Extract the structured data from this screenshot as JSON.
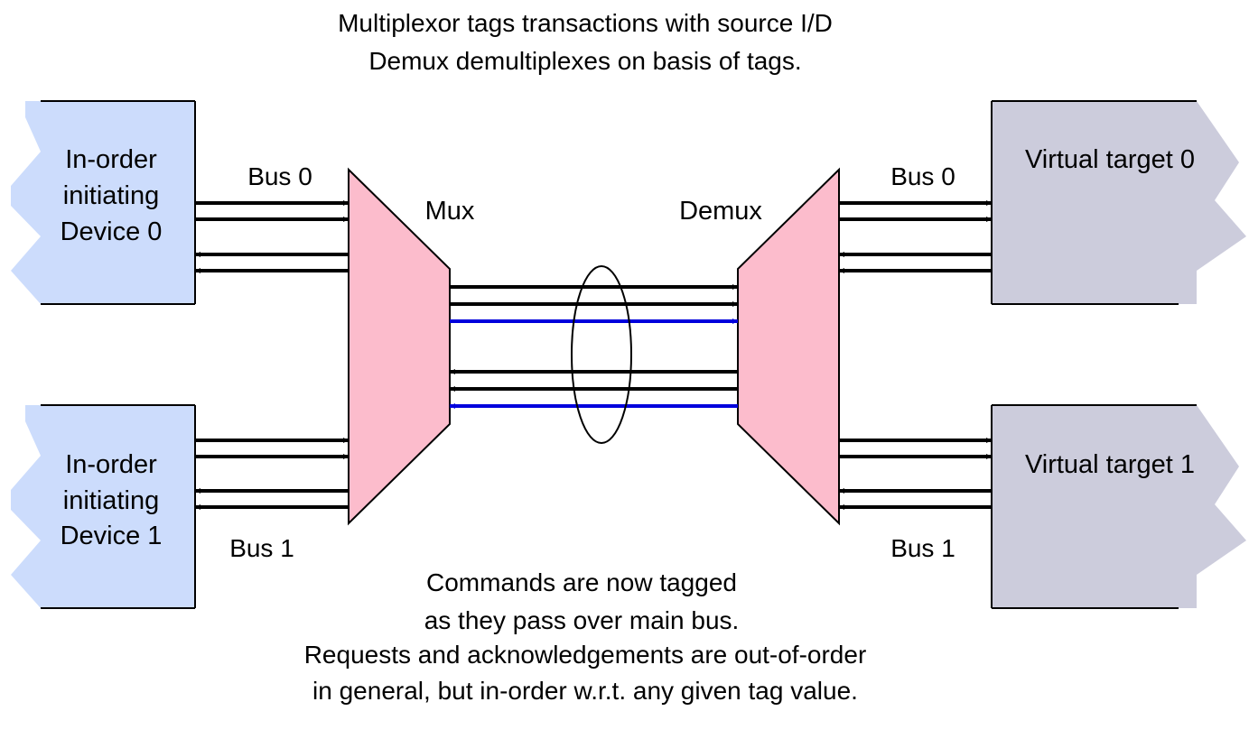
{
  "notes": {
    "top_line1": "Multiplexor tags transactions with source I/D",
    "top_line2": "Demux demultiplexes on basis of tags.",
    "bottom_line1": "Commands are now tagged",
    "bottom_line2": "as they pass over main bus.",
    "bottom_line3": "Requests and acknowledgements are out-of-order",
    "bottom_line4": "in general, but in-order w.r.t. any given tag value."
  },
  "initiators": {
    "device0": {
      "line1": "In-order",
      "line2": "initiating",
      "line3": "Device 0"
    },
    "device1": {
      "line1": "In-order",
      "line2": "initiating",
      "line3": "Device 1"
    }
  },
  "targets": {
    "target0": "Virtual target 0",
    "target1": "Virtual target 1"
  },
  "mux": {
    "label": "Mux"
  },
  "demux": {
    "label": "Demux"
  },
  "buses": {
    "left_bus0": "Bus 0",
    "left_bus1": "Bus 1",
    "right_bus0": "Bus 0",
    "right_bus1": "Bus 1"
  },
  "colors": {
    "initiator_fill": "#ccdcfc",
    "target_fill": "#ccccdc",
    "mux_fill": "#fcbccc",
    "tag_line": "#0000dd",
    "line": "#000000"
  }
}
